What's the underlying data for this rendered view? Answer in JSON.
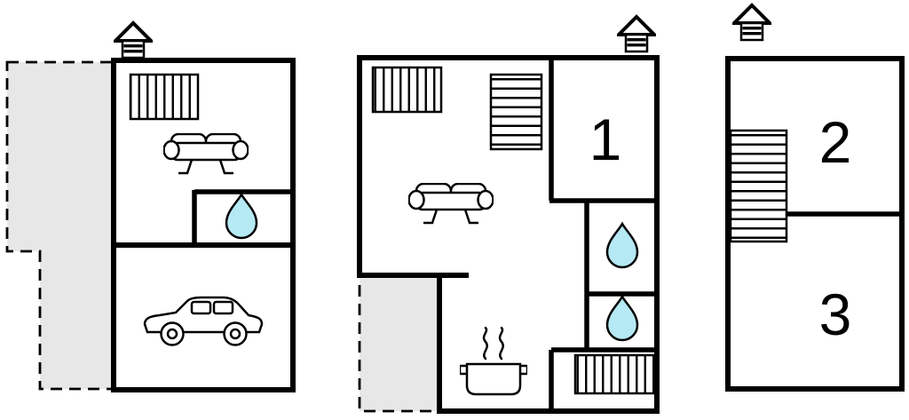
{
  "document": {
    "type": "floor-plan",
    "background": "#ffffff"
  },
  "colors": {
    "wall_color": "#000000",
    "terrace_fill": "#e7e7e7",
    "water_fill": "#b5e9f4",
    "label_color": "#000000"
  },
  "floorplan": {
    "floors": [
      {
        "name": "ground-floor-with-garage",
        "rooms": [],
        "features": [
          "house-chimney-icon",
          "open-terrace",
          "stairs",
          "sofa",
          "water-drop",
          "car-garage"
        ]
      },
      {
        "name": "main-floor",
        "rooms": [
          {
            "label": "1"
          }
        ],
        "features": [
          "house-chimney-icon",
          "open-terrace",
          "stairs",
          "staircase",
          "sofa",
          "water-drop",
          "water-drop",
          "stairs",
          "cooking-pot"
        ]
      },
      {
        "name": "upper-floor",
        "rooms": [
          {
            "label": "2"
          },
          {
            "label": "3"
          }
        ],
        "features": [
          "house-chimney-icon",
          "staircase"
        ]
      }
    ]
  }
}
